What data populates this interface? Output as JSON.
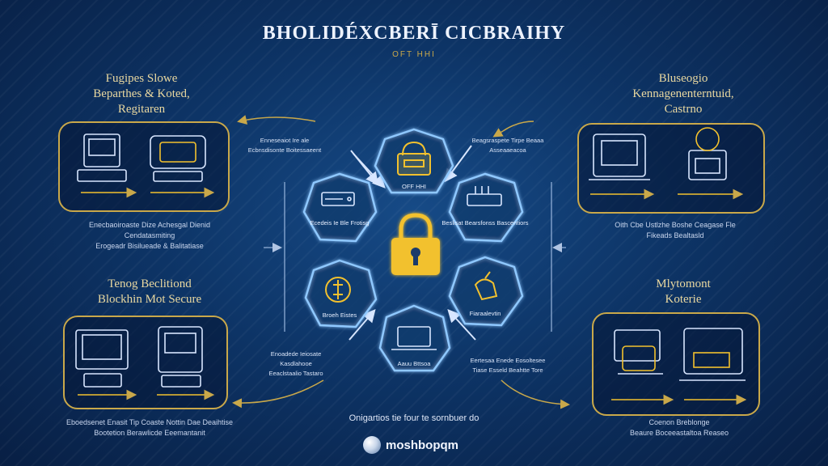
{
  "title": "BHOLIDÉXCBERĪ CICBRAIHY",
  "subtitle": "OFT HHI",
  "colors": {
    "background": "#0d3466",
    "gold": "#c9a84a",
    "glow": "#8fc8ff",
    "lock": "#f2c12e"
  },
  "sections": {
    "top_left": {
      "heading": [
        "Fugipes Slowe",
        "Beparthes & Koted,",
        "Regitaren"
      ],
      "caption": [
        "Enecbaoiroaste Dize Achesgal Dienid Cendatasmiting",
        "Erogeadr Bisilueade & Balitatiase"
      ]
    },
    "top_right": {
      "heading": [
        "Bluseogio",
        "Kennagenenterntuid,",
        "Castrno"
      ],
      "caption": [
        "Oith Cbe Ustlzhe Boshe Ceagase Fle",
        "Fikeads Bealtasld"
      ]
    },
    "bottom_left": {
      "heading": [
        "Tenog Beclitiond",
        "Blockhin Mot Secure"
      ],
      "caption": [
        "Eboedsenet Enasit Tip Coaste Nottin Dae Deaihtise",
        "Bootetion Berawlicde Eeemantanit"
      ]
    },
    "bottom_right": {
      "heading": [
        "Mlytomont",
        "Koterie"
      ],
      "caption": [
        "Coenon Breblonge",
        "Beaure Boceeastaltoa Reaseo"
      ]
    }
  },
  "center": {
    "nodes": [
      {
        "label": "OFF HHI",
        "icon": "padlock-icon"
      },
      {
        "label": "Ecedeis Ie Ble Frotisg",
        "icon": "server-icon"
      },
      {
        "label": "Beslisat Bearsfonss Bascentiors",
        "icon": "rack-icon"
      },
      {
        "label": "Broeh Eistes",
        "icon": "coin-icon"
      },
      {
        "label": "Fiaraalevtin",
        "icon": "hand-icon"
      },
      {
        "label": "Aauu Bttsoa",
        "icon": "laptop-icon"
      }
    ],
    "lock_icon": "padlock-icon",
    "annotations": {
      "top_left": [
        "Enneseaiot Ire ale",
        "Ecbnsdisonte Boitessaeent"
      ],
      "top_right": [
        "Beagsraspete Tirpe Beaaa",
        "Asseaaeacoa"
      ],
      "bottom_left": [
        "Enoadede Ieiosate",
        "Kasdlahooe",
        "Eeaclstaalio Tastaro"
      ],
      "bottom_right": [
        "Eertesaa Enede Eosoltesee",
        "Tiase Esseld Beahtte Tore"
      ]
    }
  },
  "bottom_text": "Onigartios tie four te sornbuer do",
  "logo": {
    "text": "moshbopqm",
    "icon": "globe-icon"
  }
}
